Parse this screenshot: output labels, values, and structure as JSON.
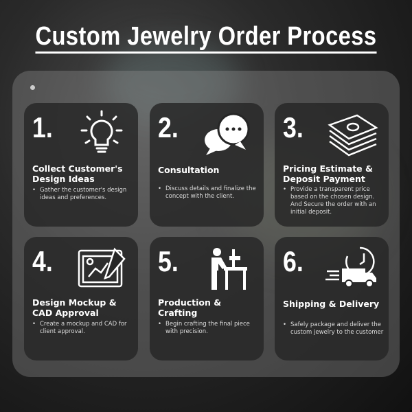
{
  "title": "Custom Jewelry Order Process",
  "steps": [
    {
      "number": "1.",
      "heading": "Collect Customer's Design Ideas",
      "description": "Gather the customer's design ideas and preferences.",
      "icon": "lightbulb-icon"
    },
    {
      "number": "2.",
      "heading": "Consultation",
      "description": "Discuss details and finalize the concept with the client.",
      "icon": "chat-bubbles-icon"
    },
    {
      "number": "3.",
      "heading": "Pricing Estimate & Deposit Payment",
      "description": "Provide a transparent price based on the chosen design. And Secure the order with an initial deposit.",
      "icon": "money-stack-icon"
    },
    {
      "number": "4.",
      "heading": "Design Mockup & CAD Approval",
      "description": "Create a mockup and CAD for client approval.",
      "icon": "design-tablet-icon"
    },
    {
      "number": "5.",
      "heading": "Production & Crafting",
      "description": "Begin crafting the final piece with precision.",
      "icon": "craftsman-workbench-icon"
    },
    {
      "number": "6.",
      "heading": "Shipping & Delivery",
      "description": "Safely package and deliver the custom jewelry to the customer",
      "icon": "delivery-truck-icon"
    }
  ]
}
